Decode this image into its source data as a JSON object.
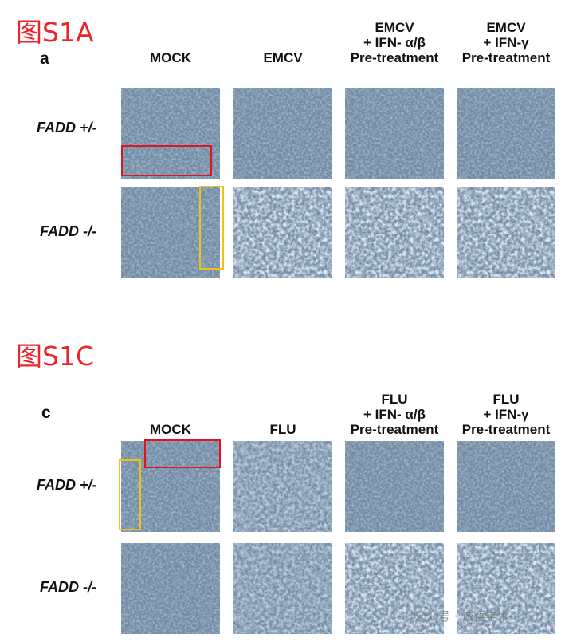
{
  "figure_a": {
    "title": "图S1A",
    "letter": "a",
    "columns": [
      {
        "lines": [
          "MOCK"
        ]
      },
      {
        "lines": [
          "EMCV"
        ]
      },
      {
        "lines": [
          "EMCV",
          "+ IFN- α/β",
          "Pre-treatment"
        ]
      },
      {
        "lines": [
          "EMCV",
          "+ IFN-γ",
          "Pre-treatment"
        ]
      }
    ],
    "rows": [
      "FADD +/-",
      "FADD -/-"
    ]
  },
  "figure_c": {
    "title": "图S1C",
    "letter": "c",
    "columns": [
      {
        "lines": [
          "MOCK"
        ]
      },
      {
        "lines": [
          "FLU"
        ]
      },
      {
        "lines": [
          "FLU",
          "+ IFN- α/β",
          "Pre-treatment"
        ]
      },
      {
        "lines": [
          "FLU",
          "+ IFN-γ",
          "Pre-treatment"
        ]
      }
    ],
    "rows": [
      "FADD +/-",
      "FADD -/-"
    ]
  },
  "colors": {
    "title": "#e8262b",
    "highlight_red": "#e3141d",
    "highlight_yellow": "#f2c01a",
    "cell_base": "#6f8aa4"
  },
  "watermark": "公众号 · 诚哲学术"
}
